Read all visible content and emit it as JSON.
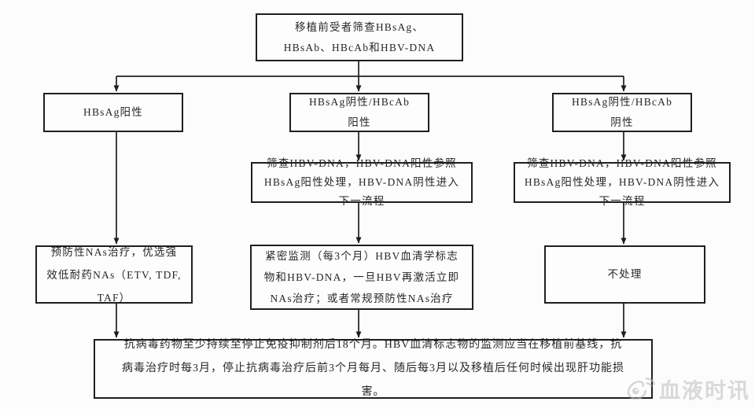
{
  "flowchart": {
    "title_implied": "HBV screening flow before transplantation",
    "nodes": {
      "screening": {
        "text": "移植前受者筛查HBsAg、HBsAb、HBcAb和HBV-DNA"
      },
      "hbsag_pos": {
        "text": "HBsAg阳性"
      },
      "hbsag_neg_hbcab_pos": {
        "text": "HBsAg阴性/HBcAb 阳性"
      },
      "hbsag_neg_hbcab_neg": {
        "text": "HBsAg阴性/HBcAb 阴性"
      },
      "dna_check_mid": {
        "text": "筛查HBV-DNA，HBV-DNA阳性参照HBsAg阳性处理，HBV-DNA阴性进入下一流程"
      },
      "dna_check_right": {
        "text": "筛查HBV-DNA，HBV-DNA阳性参照HBsAg阳性处理，HBV-DNA阴性进入下一流程"
      },
      "prophylactic_nas": {
        "text": "预防性NAs治疗，优选强效低耐药NAs（ETV, TDF, TAF）"
      },
      "close_monitoring": {
        "text": "紧密监测（每3个月）HBV血清学标志物和HBV-DNA，一旦HBV再激活立即NAs治疗；或者常规预防性NAs治疗"
      },
      "no_treatment": {
        "text": "不处理"
      },
      "footer": {
        "text": "抗病毒药物至少持续至停止免疫抑制剂后18个月。HBV血清标志物的监测应当在移植前基线，抗病毒治疗时每3月，停止抗病毒治疗后前3个月每月、随后每3月以及移植后任何时候出现肝功能损害。"
      }
    },
    "watermark": {
      "text": "血液时讯",
      "icon": "weibo-icon"
    },
    "colors": {
      "background": "#fcfcfc",
      "box_border": "#1f1f1f",
      "box_fill": "#fdfdfd",
      "text": "#262626",
      "connector": "#1e1e1e",
      "watermark": "#bababa"
    }
  }
}
